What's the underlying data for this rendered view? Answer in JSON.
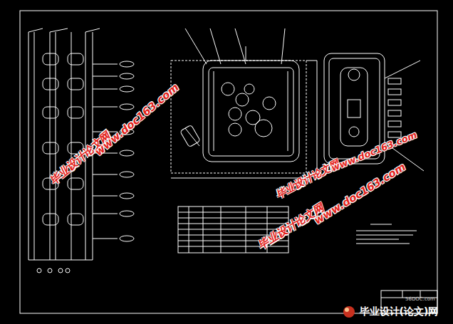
{
  "diagram": {
    "labels": [
      "毕业设计论文网",
      "www.doc163.com",
      "毕业设计论文网",
      "www.doc163.com",
      "毕业设计论文网",
      "www.doc163.com",
      "56DOC.com",
      "毕业设计(论文)网"
    ]
  }
}
